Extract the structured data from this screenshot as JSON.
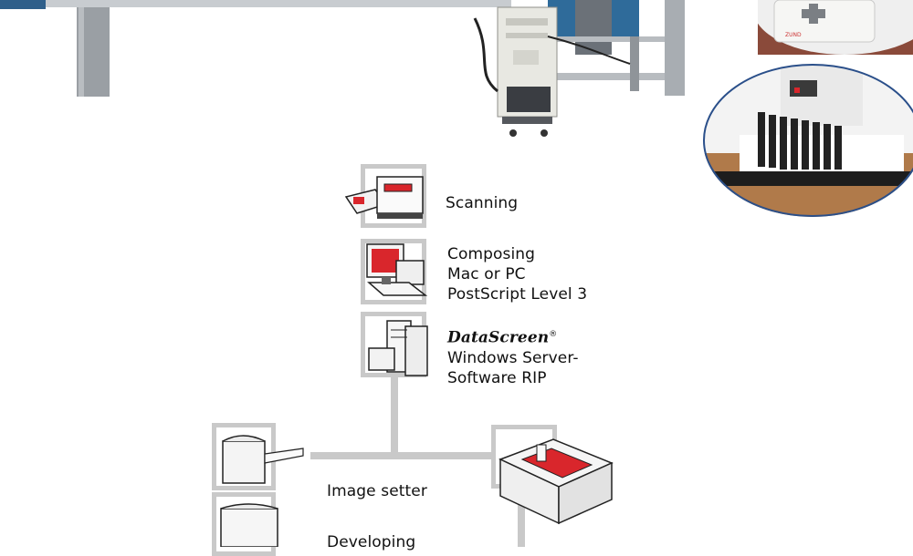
{
  "steps": {
    "scanning": {
      "label": "Scanning",
      "icon": "scanner-icon"
    },
    "composing": {
      "lines": [
        "Composing",
        "Mac or PC",
        "PostScript Level 3"
      ],
      "icon": "computer-icon"
    },
    "rip": {
      "brand": "DataScreen",
      "reg": "®",
      "lines": [
        "Windows Server-",
        "Software RIP"
      ],
      "icon": "server-icon"
    },
    "image_setter": {
      "label": "Image setter",
      "icon": "imagesetter-icon"
    },
    "developing": {
      "label": "Developing",
      "icon": "developing-icon"
    },
    "plotter": {
      "icon": "flatbed-plotter-icon"
    }
  },
  "photos": {
    "cutting_table": "cutting-table-photo",
    "control_panel": "control-panel-photo",
    "cutting_head": "cutting-head-photo",
    "panel_logo": "ZUND"
  },
  "colors": {
    "accent_red": "#d9262c",
    "connector_gray": "#c9c9c9",
    "machine_blue": "#2f6b9a",
    "metal_gray": "#9a9fa4"
  }
}
